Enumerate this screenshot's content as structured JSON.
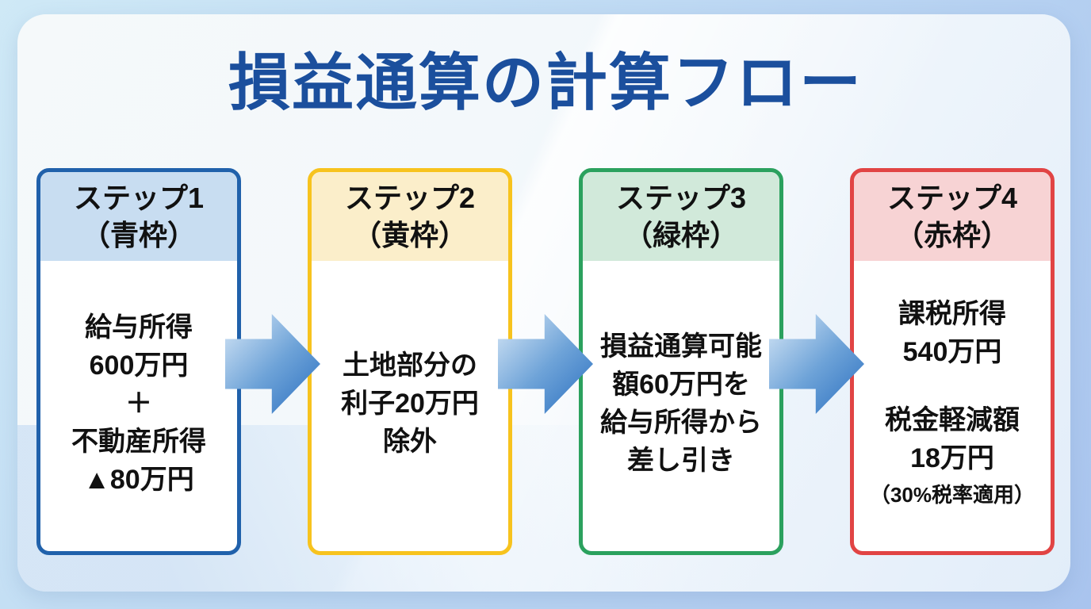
{
  "page": {
    "title": "損益通算の計算フロー",
    "title_color": "#1b4f9d",
    "background_outer": "#b8d4f1",
    "background_card": "#f3f8fb"
  },
  "arrow": {
    "direction": "right",
    "color_light": "#d8e8f7",
    "color_mid": "#6ea3d8",
    "color_dark": "#2a6fc0"
  },
  "steps": [
    {
      "header": {
        "line1": "ステップ1",
        "line2": "（青枠）"
      },
      "frame_color": "#2061ab",
      "header_bg": "#c8ddf1",
      "lines": [
        "給与所得",
        "600万円",
        "＋",
        "不動産所得",
        "▲80万円"
      ]
    },
    {
      "header": {
        "line1": "ステップ2",
        "line2": "（黄枠）"
      },
      "frame_color": "#f7c31e",
      "header_bg": "#fbeeca",
      "lines": [
        "土地部分の",
        "利子20万円",
        "除外"
      ]
    },
    {
      "header": {
        "line1": "ステップ3",
        "line2": "（緑枠）"
      },
      "frame_color": "#2ba15e",
      "header_bg": "#d1e9da",
      "lines": [
        "損益通算可能",
        "額60万円を",
        "給与所得から",
        "差し引き"
      ]
    },
    {
      "header": {
        "line1": "ステップ4",
        "line2": "（赤枠）"
      },
      "frame_color": "#e14444",
      "header_bg": "#f7d3d4",
      "lines": [
        "課税所得",
        "540万円"
      ],
      "lines2": [
        "税金軽減額",
        "18万円"
      ],
      "note": "（30%税率適用）"
    }
  ]
}
